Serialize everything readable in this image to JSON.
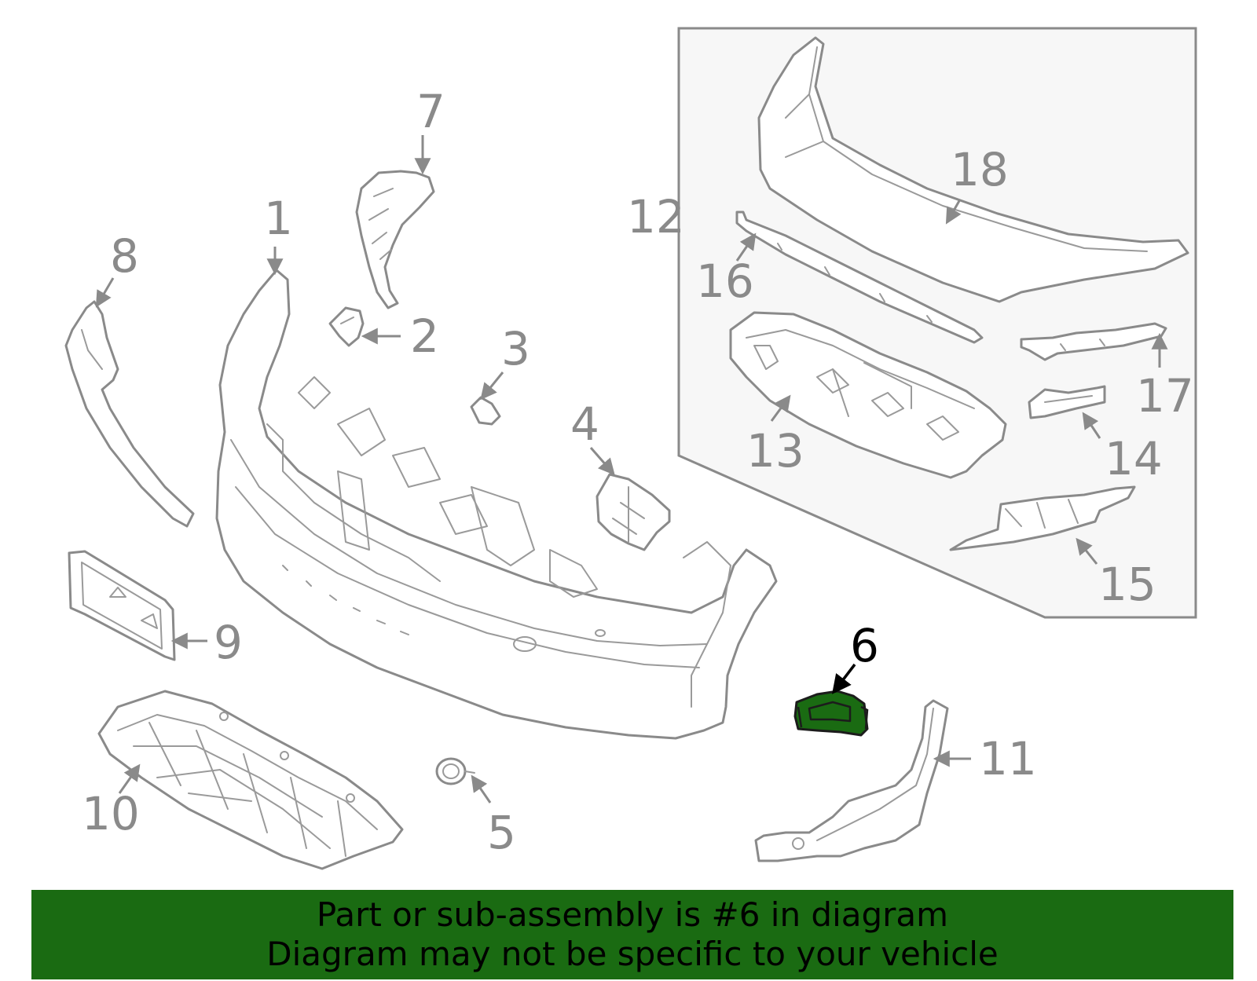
{
  "diagram": {
    "highlight_color": "#1a6b12",
    "subassembly_bg": "#f7f7f7",
    "line_color": "#8a8a8a",
    "active_part": "6",
    "callouts": {
      "p1": "1",
      "p2": "2",
      "p3": "3",
      "p4": "4",
      "p5": "5",
      "p6": "6",
      "p7": "7",
      "p8": "8",
      "p9": "9",
      "p10": "10",
      "p11": "11",
      "p12": "12",
      "p13": "13",
      "p14": "14",
      "p15": "15",
      "p16": "16",
      "p17": "17",
      "p18": "18"
    }
  },
  "banner": {
    "line1": "Part or sub-assembly is #6 in diagram",
    "line2": "Diagram may not be specific to your vehicle",
    "color": "#1a6b12"
  }
}
